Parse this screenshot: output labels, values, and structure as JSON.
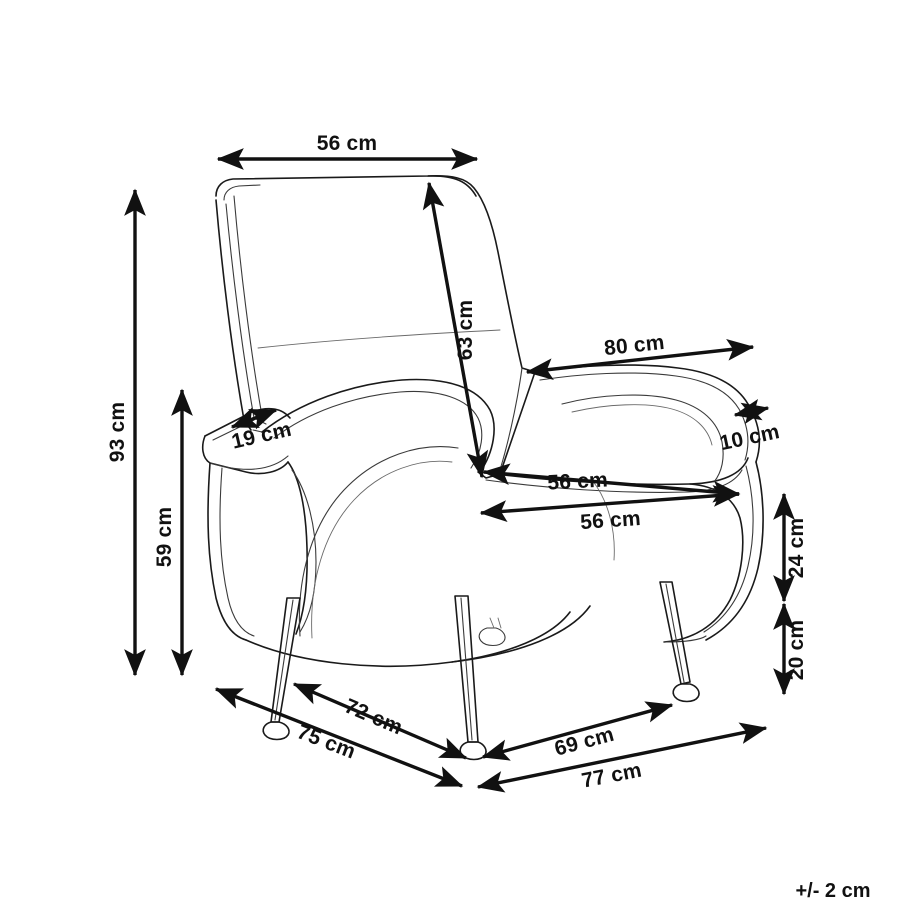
{
  "drawing": {
    "title": "Armchair dimension drawing",
    "unit": "cm",
    "tolerance_note": "+/- 2 cm",
    "stroke_color": "#1a1a1a",
    "dimension_color": "#111111",
    "background_color": "#ffffff"
  },
  "dimensions": {
    "top_width": "56 cm",
    "backrest_diagonal": "63 cm",
    "overall_depth_top": "80 cm",
    "armrest_width": "19 cm",
    "arm_thickness": "10 cm",
    "seat_depth_diagonal": "56 cm",
    "seat_width": "56 cm",
    "total_height": "93 cm",
    "backrest_height": "59 cm",
    "seat_height_upper": "24 cm",
    "leg_height": "20 cm",
    "base_left_inner": "72 cm",
    "base_left_outer": "75 cm",
    "base_right_inner": "69 cm",
    "base_right_outer": "77 cm"
  }
}
